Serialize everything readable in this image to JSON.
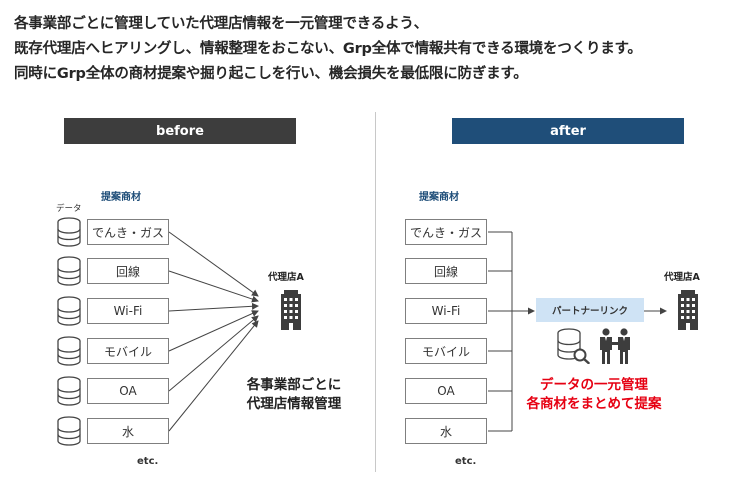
{
  "intro": {
    "lines": [
      "各事業部ごとに管理していた代理店情報を一元管理できるよう、",
      "既存代理店へヒアリングし、情報整理をおこない、Grp全体で情報共有できる環境をつくります。",
      "同時にGrp全体の商材提案や掘り起こしを行い、機会損失を最低限に防ぎます。"
    ]
  },
  "before": {
    "header": "before",
    "column_title": "提案商材",
    "data_label": "データ",
    "products": [
      "でんき・ガス",
      "回線",
      "Wi-Fi",
      "モバイル",
      "OA",
      "水"
    ],
    "agency_label": "代理店A",
    "caption_lines": [
      "各事業部ごとに",
      "代理店情報管理"
    ],
    "etc": "etc."
  },
  "after": {
    "header": "after",
    "column_title": "提案商材",
    "products": [
      "でんき・ガス",
      "回線",
      "Wi-Fi",
      "モバイル",
      "OA",
      "水"
    ],
    "partner_link": "パートナーリンク",
    "agency_label": "代理店A",
    "caption_lines": [
      "データの一元管理",
      "各商材をまとめて提案"
    ],
    "etc": "etc."
  },
  "colors": {
    "before_header": "#3d3d3d",
    "after_header": "#1f4e79",
    "accent_red": "#e60012",
    "partner_fill": "#cfe3f5"
  },
  "icons": {
    "database": "database-icon",
    "building": "building-icon",
    "data_search": "database-search-icon",
    "people": "handshake-people-icon"
  }
}
